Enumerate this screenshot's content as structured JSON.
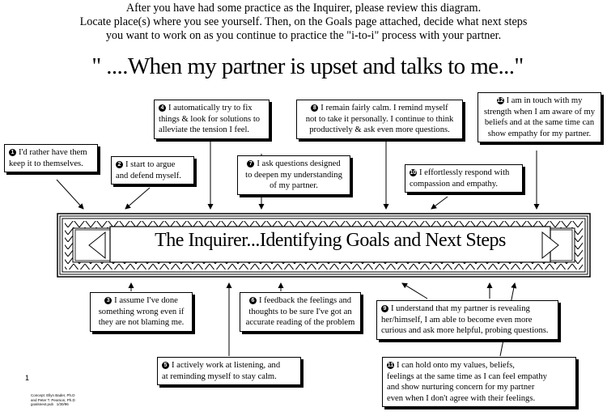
{
  "instructions": [
    "After you have had some practice as the Inquirer, please review this diagram.",
    "Locate place(s) where you see yourself. Then, on the Goals page attached, decide what next steps",
    "you want to work on as you continue to practice the \"i-to-i\" process with your partner."
  ],
  "headline": "\" ....When my partner is upset and talks to me...\"",
  "banner_title": "The Inquirer...Identifying Goals and Next Steps",
  "statements": {
    "s1": {
      "num": "1",
      "lines": [
        "I'd rather have them",
        "keep it to themselves."
      ]
    },
    "s2": {
      "num": "2",
      "lines": [
        "I start to argue",
        "and defend myself."
      ]
    },
    "s3": {
      "num": "3",
      "lines": [
        "I assume I've done",
        "something wrong even if",
        "they are not blaming me."
      ]
    },
    "s4": {
      "num": "4",
      "lines": [
        "I automatically try to fix",
        "things & look for solutions to",
        "alleviate the tension I feel."
      ]
    },
    "s5": {
      "num": "5",
      "lines": [
        "I actively  work at listening, and",
        "at reminding myself to stay calm."
      ]
    },
    "s6": {
      "num": "6",
      "lines": [
        "I feedback the feelings and",
        "thoughts to be sure I've got an",
        "accurate reading of the problem"
      ]
    },
    "s7": {
      "num": "7",
      "lines": [
        "I ask questions designed",
        "to deepen my understanding",
        "of my partner."
      ]
    },
    "s8": {
      "num": "8",
      "lines": [
        "I remain fairly calm. I remind myself",
        "not to take it personally. I continue to think",
        "productively & ask even more questions."
      ]
    },
    "s9": {
      "num": "9",
      "lines": [
        "I understand that my partner is revealing",
        "her/himself, I am able to become even more",
        "curious and ask more helpful, probing questions."
      ]
    },
    "s10": {
      "num": "10",
      "lines": [
        "I effortlessly respond with",
        "compassion and empathy."
      ]
    },
    "s11": {
      "num": "11",
      "lines": [
        "I can hold onto my values, beliefs,",
        "feelings at the same time as I can feel empathy",
        "and show nurturing concern for my partner",
        "even when I don't agree with their feelings."
      ]
    },
    "s12": {
      "num": "12",
      "lines": [
        "I am in touch with my",
        "strength when I am aware of my",
        "beliefs and at the same time can",
        "show empathy for my partner."
      ]
    }
  },
  "credit": [
    "Concept: Ellyn Bader, Ph.D",
    "and Peter T. Pearson, Ph.D",
    "goalsnext.pub",
    "1/30/96"
  ],
  "margin_mark": "1"
}
